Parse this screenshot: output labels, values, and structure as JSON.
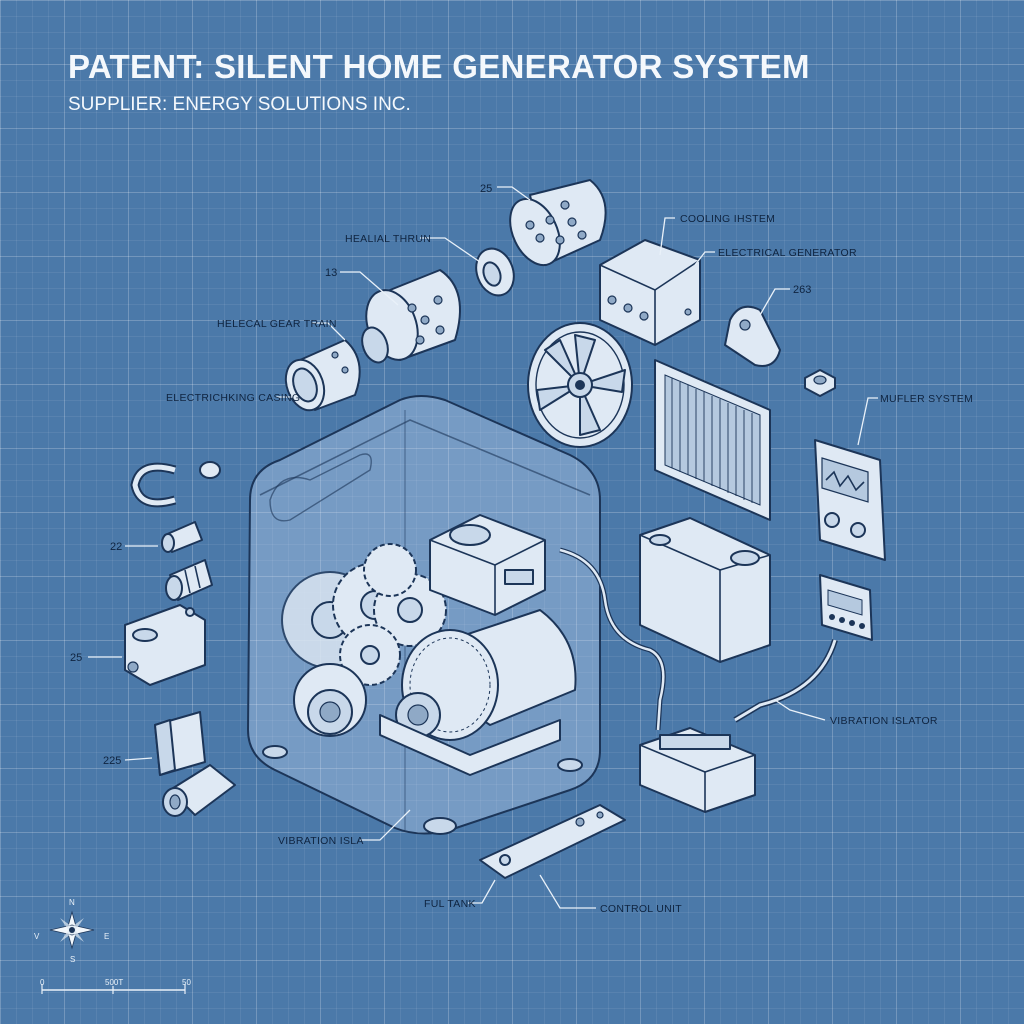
{
  "header": {
    "title": "PATENT: SILENT HOME GENERATOR SYSTEM",
    "subtitle": "SUPPLIER: ENERGY SOLUTIONS INC."
  },
  "labels": {
    "num_25_top": "25",
    "helical_thrun": "HEALIAL THRUN",
    "num_13": "13",
    "helical_gear_train": "HELECAL GEAR TRAIN",
    "electric_casing": "ELECTRICHKING CASING",
    "cooling_system": "COOLING IHSTEM",
    "electrical_generator": "ELECTRICAL GENERATOR",
    "num_263": "263",
    "muffler_system": "MUFLER SYSTEM",
    "num_22": "22",
    "num_25_left": "25",
    "num_225": "225",
    "vibration_isolator_left": "VIBRATION ISLA",
    "vibration_isolator_right": "VIBRATION ISLATOR",
    "fuel_tank": "FUL TANK",
    "control_unit": "CONTROL UNIT"
  },
  "compass": {
    "n": "N",
    "s": "S",
    "e": "E",
    "w": "V"
  },
  "scale_bar": {
    "start": "0",
    "mid": "500T",
    "end": "50"
  }
}
